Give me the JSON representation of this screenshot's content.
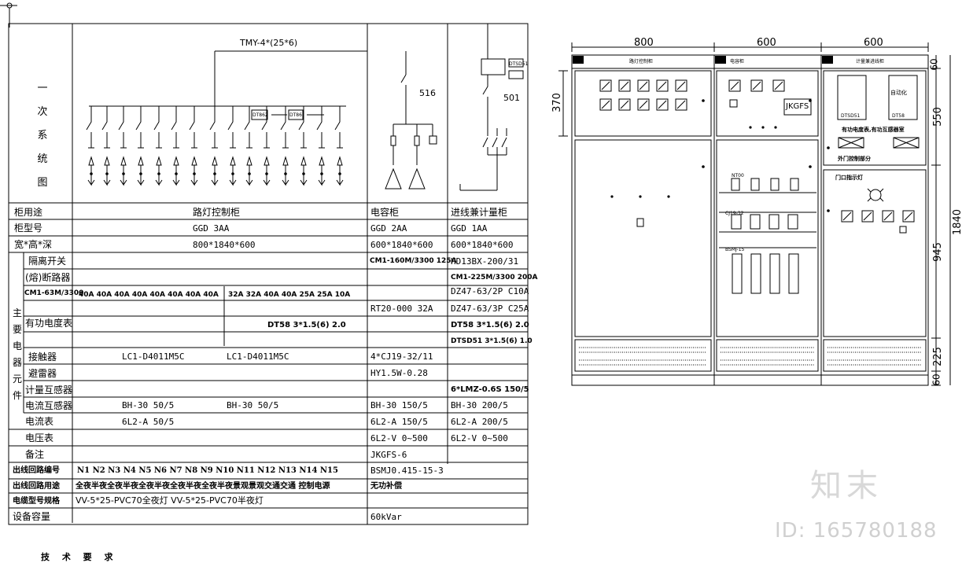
{
  "diagram": {
    "primary_system_label": [
      "一",
      "次",
      "系",
      "统",
      "图"
    ],
    "busbar": "TMY-4*(25*6)",
    "cap_switch_label": "516",
    "in_switch_label": "501",
    "meter_small_labels": [
      "DT862",
      "DT86",
      "DTSD51"
    ],
    "section_main_label": [
      "主",
      "要",
      "电",
      "器",
      "元",
      "件"
    ],
    "row_labels": {
      "usage": "柜用途",
      "model": "柜型号",
      "size": "宽*高*深",
      "isolator": "隔离开关",
      "breaker": "(熔)断路器",
      "breaker_model": "CM1-63M/3300",
      "energy_meter": "有功电度表",
      "contactor": "接触器",
      "arrester": "避雷器",
      "meter_ct": "计量互感器",
      "ct": "电流互感器",
      "ammeter": "电流表",
      "voltmeter": "电压表",
      "note": "备注",
      "circuit_no": "出线回路编号",
      "circuit_use": "出线回路用途",
      "cable_spec": "电缆型号规格",
      "capacity": "设备容量"
    },
    "col_titles": {
      "street": "路灯控制柜",
      "cap": "电容柜",
      "inmeter": "进线兼计量柜"
    },
    "models": {
      "street": "GGD   3AA",
      "cap": "GGD   2AA",
      "inmeter": "GGD   1AA"
    },
    "sizes": {
      "street": "800*1840*600",
      "cap": "600*1840*600",
      "inmeter": "600*1840*600"
    },
    "isolator": {
      "cap": "CM1-160M/3300 125A",
      "inmeter": "HD13BX-200/31"
    },
    "breaker_inmeter": "CM1-225M/3300 200A",
    "breaker_values_left": "40A  40A  40A  40A  40A  40A  40A  40A",
    "breaker_values_right": "32A  32A  40A  40A  25A  25A  10A",
    "dz1": "DZ47-63/2P C10A",
    "dz2": "DZ47-63/3P C25A",
    "cap_fuse": "RT20-000 32A",
    "meter_street": "DT58 3*1.5(6) 2.0",
    "meter_inmeter": "DT58 3*1.5(6)  2.0",
    "meter_inmeter2": "DTSD51 3*1.5(6) 1.0",
    "contactor_a": "LC1-D4011M5C",
    "contactor_b": "LC1-D4011M5C",
    "contactor_cap": "4*CJ19-32/11",
    "arrester_cap": "HY1.5W-0.28",
    "meter_ct_inmeter": "6*LMZ-0.6S 150/5",
    "ct_a": "BH-30 50/5",
    "ct_b": "BH-30 50/5",
    "ct_cap": "BH-30 150/5",
    "ct_inmeter": "BH-30 200/5",
    "amm_a": "6L2-A 50/5",
    "amm_cap": "6L2-A 150/5",
    "amm_inmeter": "6L2-A 200/5",
    "volt_cap": "6L2-V 0~500",
    "volt_inmeter": "6L2-V 0~500",
    "note_cap": "JKGFS-6",
    "circuit_numbers": "N1  N2  N3  N4  N5  N6  N7  N8  N9  N10 N11 N12 N13 N14 N15",
    "circuit_cap": "BSMJ0.415-15-3",
    "circuit_use": "全夜半夜全夜半夜全夜半夜全夜半夜全夜半夜景观景观交通交通 控制电源",
    "circuit_use_cap": "无功补偿",
    "cable_spec": "VV-5*25-PVC70全夜灯   VV-5*25-PVC70半夜灯",
    "capacity_cap": "60kVar",
    "footer": "技 术 要 求"
  },
  "elevation": {
    "widths": [
      "800",
      "600",
      "600"
    ],
    "heights": [
      "60",
      "550",
      "945",
      "225",
      "60"
    ],
    "left_dim": "370",
    "total_height": "1840",
    "panel_headers": [
      "路灯控制柜",
      "电容柜",
      "计量兼进线柜"
    ],
    "jkgfs": "JKGFS",
    "meter_texts": [
      "DTSD51",
      "DT58",
      "自动化",
      "有功电度表,有功互感器室"
    ],
    "door_lock": "外门控制部分",
    "door_lamp": "门口指示灯",
    "cj_label": "CJ19-32",
    "bsmj_label": "BSMJ-15",
    "nt_label": "NT00"
  },
  "watermark": {
    "logo": "知末",
    "id": "ID: 165780188"
  }
}
